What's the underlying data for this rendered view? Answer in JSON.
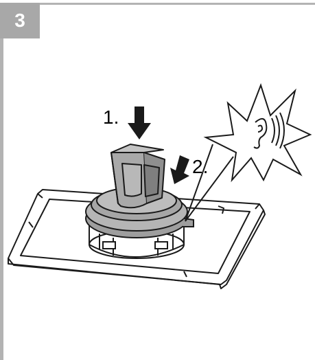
{
  "step": {
    "number": "3"
  },
  "callouts": {
    "first": "1.",
    "second": "2."
  },
  "icons": {
    "sound": "ear-icon",
    "push_down": "arrow-down-icon",
    "press": "press-arrow-icon"
  },
  "colors": {
    "border": "#b3b3b3",
    "badge": "#a8a8a8",
    "part_fill": "#b0b0b0",
    "part_dark": "#8c8c8c",
    "line": "#1a1a1a"
  }
}
